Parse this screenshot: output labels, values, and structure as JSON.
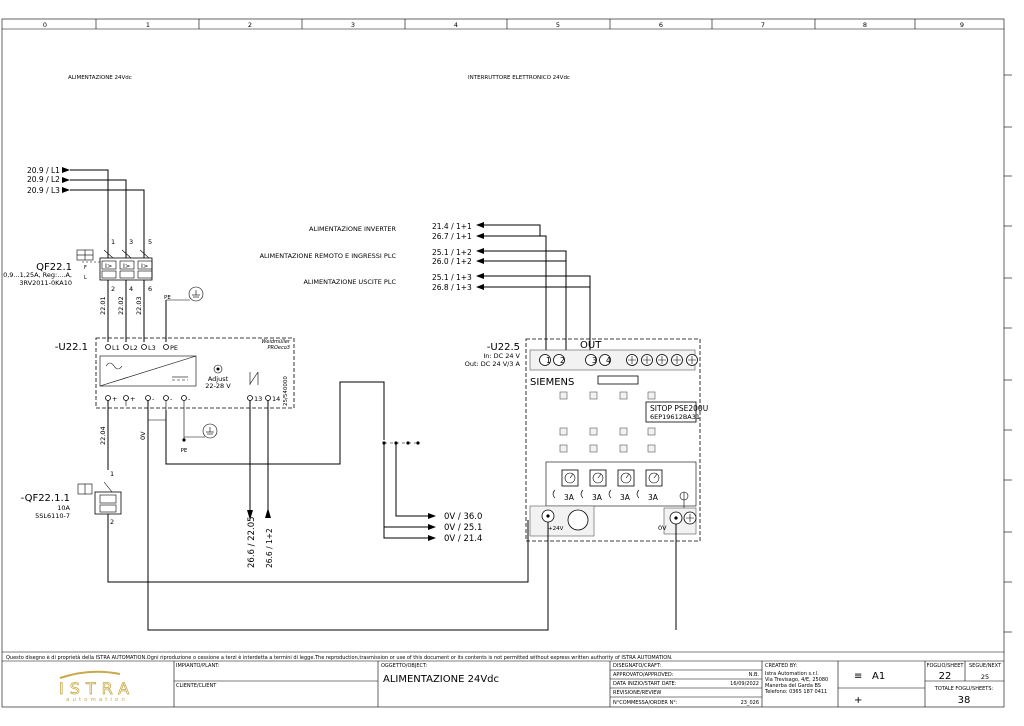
{
  "columns": [
    "0",
    "1",
    "2",
    "3",
    "4",
    "5",
    "6",
    "7",
    "8",
    "9"
  ],
  "titles": {
    "left": "ALIMENTAZIONE 24Vdc",
    "right": "INTERRUTTORE ELETTRONICO 24Vdc"
  },
  "phase_refs": [
    "20.9 / L1",
    "20.9 / L2",
    "20.9 / L3"
  ],
  "qf221": {
    "name": "QF22.1",
    "spec": "0,9...1,25A, Reg:....A,",
    "code": "3RV2011-0KA10",
    "top_terms": [
      "1",
      "3",
      "5"
    ],
    "bottom_terms": [
      "2",
      "4",
      "6"
    ]
  },
  "wires": [
    "22.01",
    "22.02",
    "22.03",
    "22.04",
    "0V"
  ],
  "u221": {
    "name": "-U22.1",
    "brand": "Weidmüller",
    "model": "PROeco3",
    "top_terms": [
      "L1",
      "L2",
      "L3",
      "PE"
    ],
    "bottom_terms": [
      "+",
      "+",
      "-",
      "-",
      "-"
    ],
    "adjust": "Adjust",
    "adjust_range": "22-28 V",
    "out_terms": [
      "13",
      "14"
    ],
    "serial": "25/540000"
  },
  "pe_label": "PE",
  "qf2211": {
    "name": "-QF22.1.1",
    "rating": "10A",
    "code": "5SL6110-7",
    "term_top": "1",
    "term_bottom": "2"
  },
  "bottom_refs": {
    "ref_a": "26.6 / 22.05",
    "ref_b": "26.6 / 1+2"
  },
  "zero_refs": [
    "0V / 36.0",
    "0V / 25.1",
    "0V / 21.4"
  ],
  "feeds": [
    {
      "label": "ALIMENTAZIONE INVERTER",
      "refs": [
        "21.4 / 1+1",
        "26.7 / 1+1"
      ]
    },
    {
      "label": "ALIMENTAZIONE REMOTO E INGRESSI PLC",
      "refs": [
        "25.1 / 1+2",
        "26.0 / 1+2"
      ]
    },
    {
      "label": "ALIMENTAZIONE USCITE PLC",
      "refs": [
        "25.1 / 1+3",
        "26.8 / 1+3"
      ]
    }
  ],
  "u225": {
    "name": "-U22.5",
    "in": "In: DC 24 V",
    "out": "Out: DC 24 V/3 A",
    "out_label": "OUT",
    "terms": [
      "1",
      "2",
      "3",
      "4"
    ],
    "brand": "SIEMENS",
    "model1": "SITOP PSE200U",
    "model2": "6EP19612BA31",
    "channels": [
      "3A",
      "3A",
      "3A",
      "3A"
    ],
    "plus": "+24V",
    "zero": "0V"
  },
  "footer": {
    "notice": "Questo disegno è di proprietà della ISTRA AUTOMATION.Ogni riproduzione o cessione a terzi è interdetta a termini di legge.The reproduction,trasmission or use of this document or its contents is not permitted without express written authority of ISTRA AUTOMATION.",
    "logo_main": "ISTRA",
    "logo_sub": "automation",
    "impianto": "IMPIANTO/PLANT:",
    "cliente": "CLIENTE/CLIENT",
    "oggetto": "OGGETTO/OBJECT:",
    "object_title": "ALIMENTAZIONE 24Vdc",
    "disegnato": "DISEGNATO/CRAFT:",
    "approvato": "APPROVATO/APPROVED:",
    "approvato_val": "N.B.",
    "data": "DATA INIZIO/START DATE:",
    "data_val": "16/09/2022",
    "revisione": "REVISIONE/REVIEW",
    "commessa": "N°COMMESSA/ORDER N°:",
    "commessa_val": "23_026",
    "created": "CREATED BY:",
    "company": "Istra Automation s.r.l.",
    "addr1": "Via Trevisago, 4/E, 25080",
    "addr2": "Manerba del Garda BS",
    "tel": "Telefono: 0365 187 0411",
    "sheet_symbol": "≡",
    "format": "A1",
    "plus_sign": "+",
    "foglio_label": "FOGLIO/SHEET",
    "foglio": "22",
    "seguente_label": "SEGUE/NEXT",
    "seguente": "25",
    "totale_label": "TOTALE FOGLI/SHEETS:",
    "totale": "38"
  }
}
